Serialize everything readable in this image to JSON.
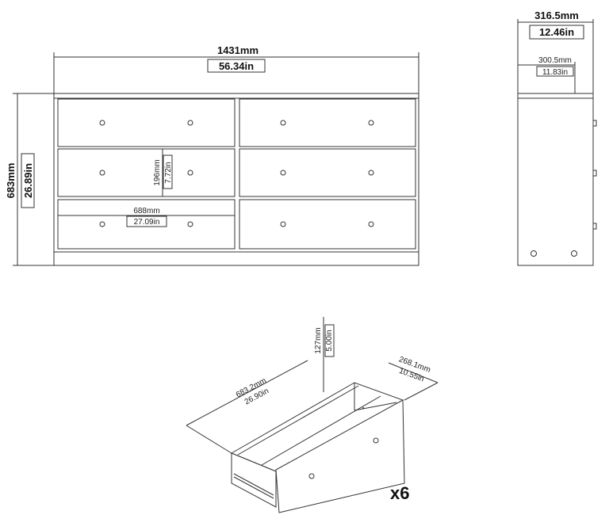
{
  "front_view": {
    "width_mm": "1431mm",
    "width_in": "56.34in",
    "height_mm": "683mm",
    "height_in": "26.89in",
    "drawer_height_mm": "196mm",
    "drawer_height_in": "7.72in",
    "drawer_width_mm": "688mm",
    "drawer_width_in": "27.09in"
  },
  "side_view": {
    "depth_mm": "316.5mm",
    "depth_in": "12.46in",
    "inner_depth_mm": "300.5mm",
    "inner_depth_in": "11.83in"
  },
  "drawer_view": {
    "length_mm": "683.2mm",
    "length_in": "26.90in",
    "height_mm": "127mm",
    "height_in": "5.00in",
    "depth_mm": "268.1mm",
    "depth_in": "10.55in",
    "quantity": "x6"
  }
}
